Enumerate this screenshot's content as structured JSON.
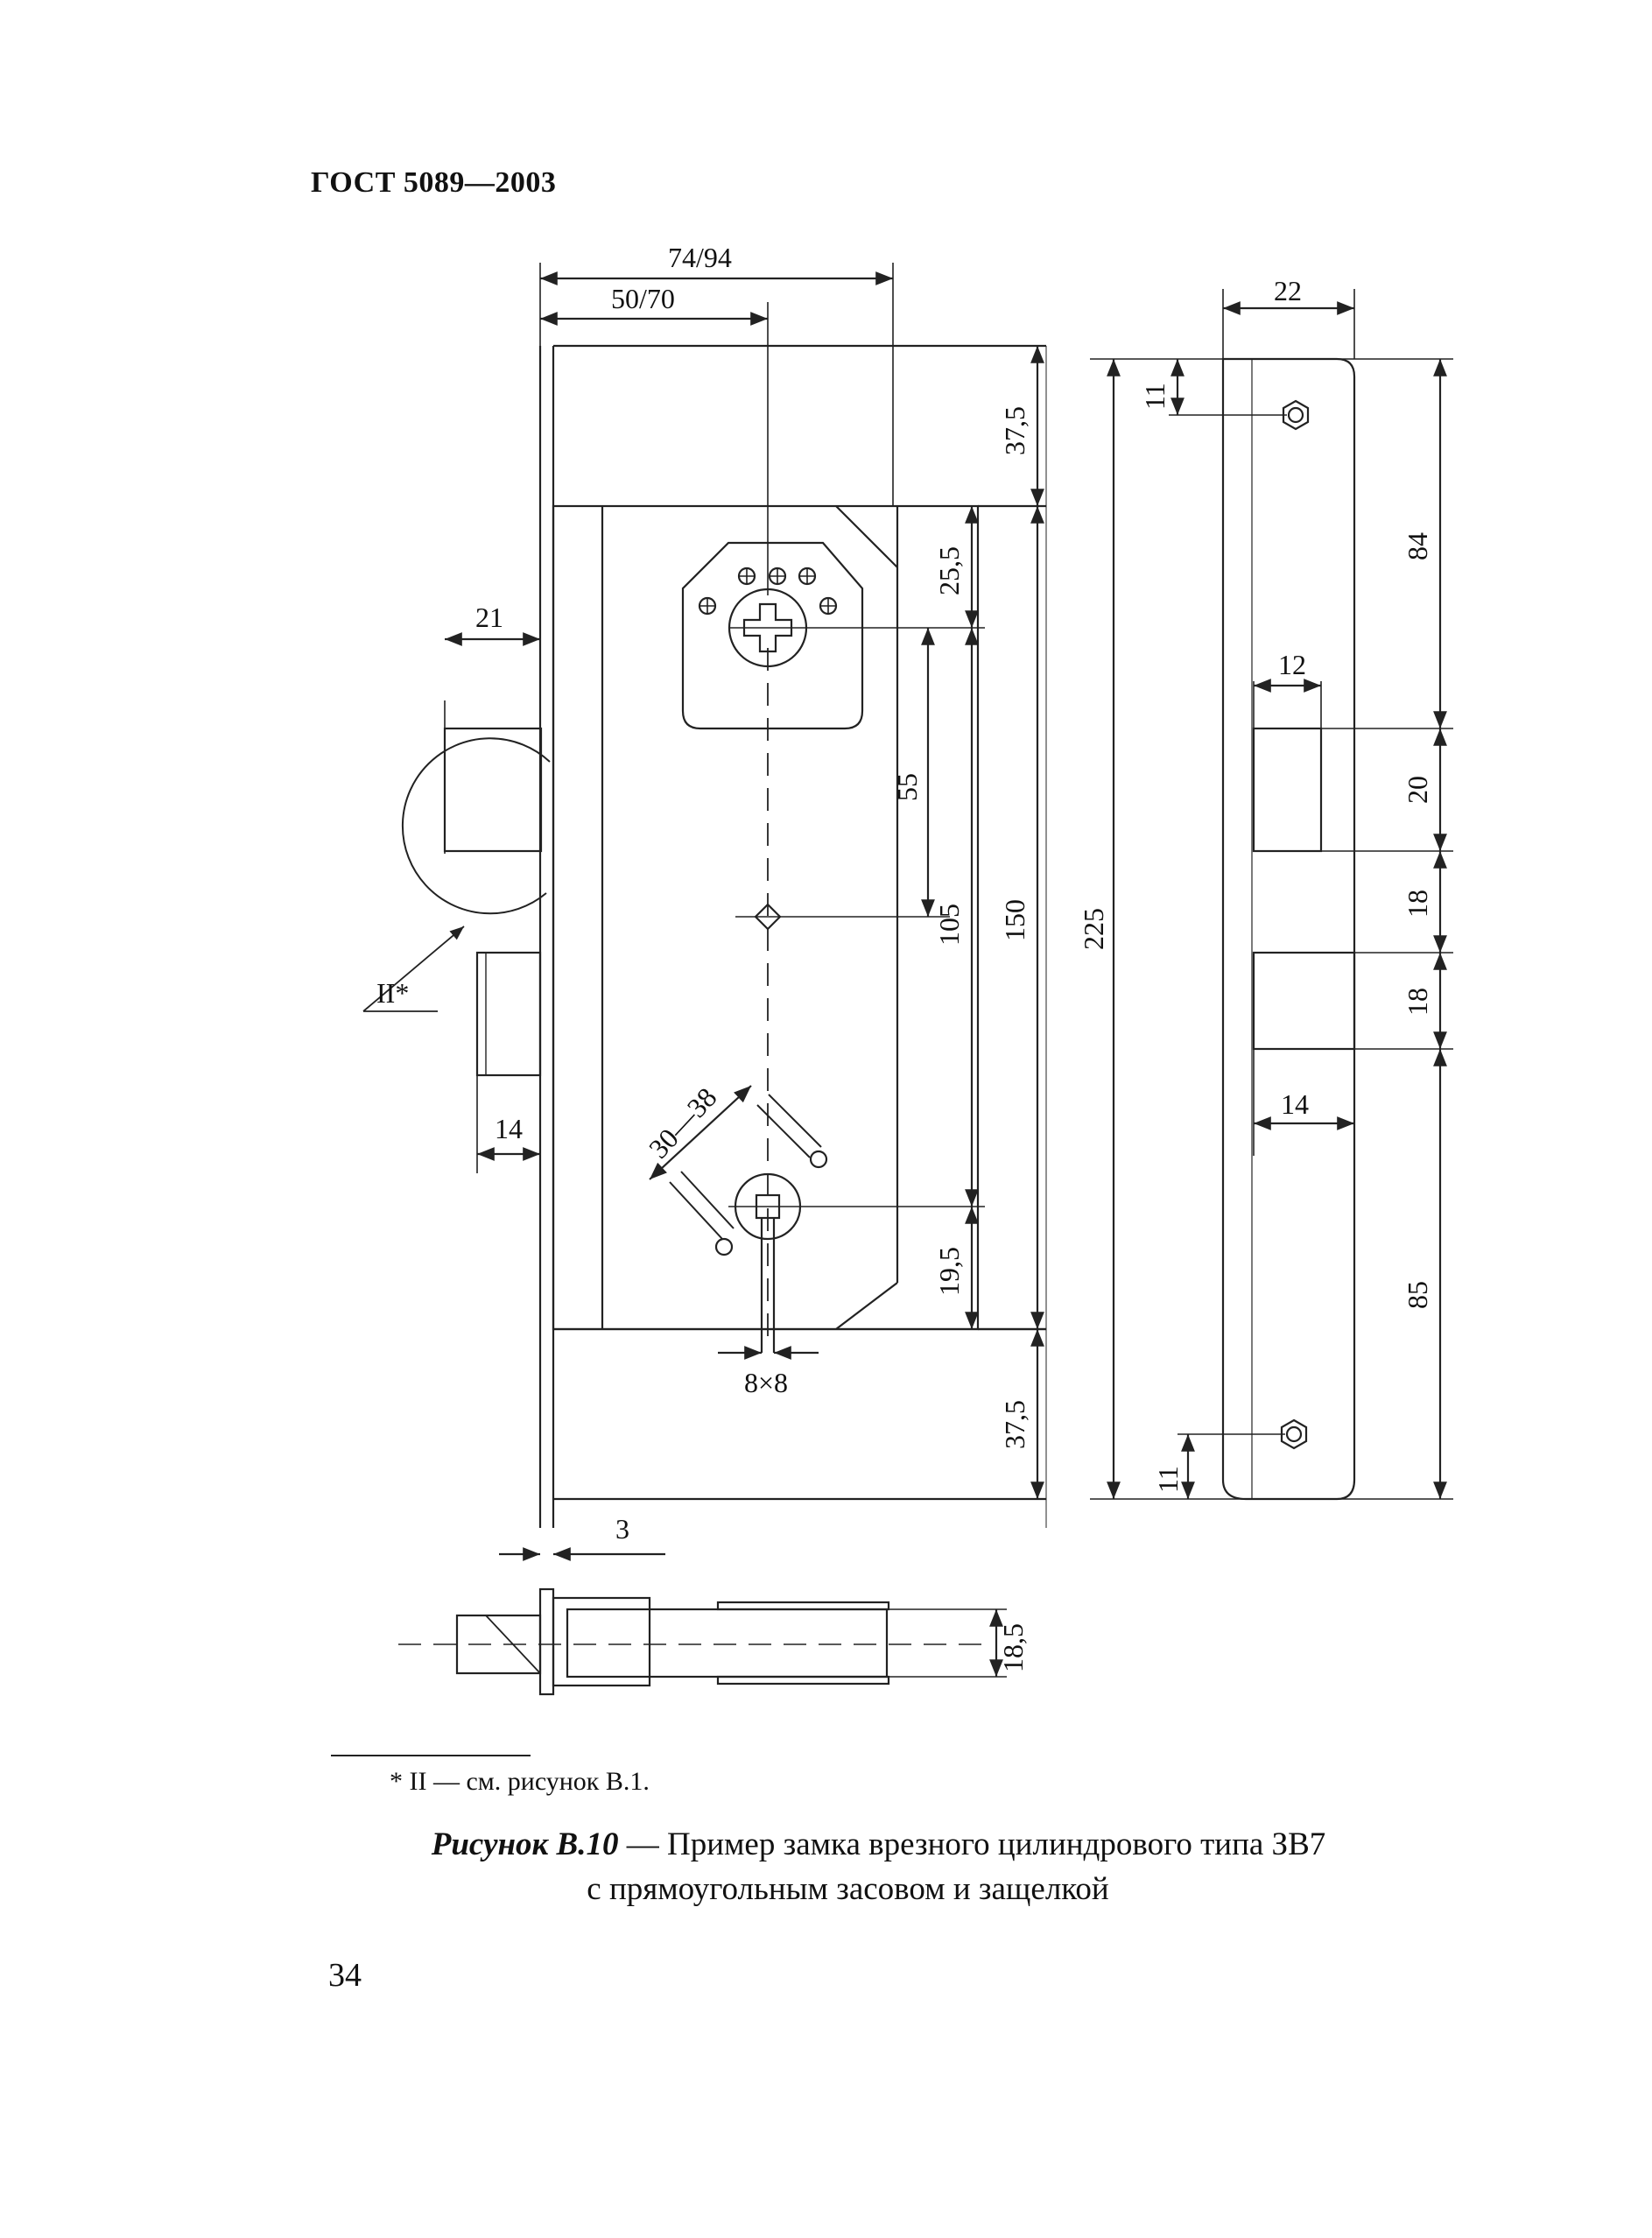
{
  "header": {
    "standard": "ГОСТ 5089—2003"
  },
  "figure": {
    "dims_main": {
      "total_width": "74/94",
      "backset": "50/70",
      "top_offset": "37,5",
      "cyl_offset": "25,5",
      "handle_dist": "55",
      "handle_to_bottom": "105",
      "body_height": "150",
      "bottom_offset": "37,5",
      "key_offset": "19,5",
      "key_range": "30—38",
      "spindle": "8×8",
      "faceplate_thk": "3",
      "bolt_throw": "21",
      "latch_throw": "14",
      "callout": "II*"
    },
    "dims_faceplate": {
      "width": "22",
      "screw_top": "11",
      "height_total": "225",
      "to_bolt": "84",
      "bolt_w": "12",
      "bolt_h": "20",
      "gap": "18",
      "latch_h": "18",
      "latch_w": "14",
      "to_bottom": "85",
      "screw_bottom": "11"
    },
    "dims_bottom": {
      "thickness": "18,5"
    }
  },
  "footnote": "* II — см. рисунок В.1.",
  "caption": {
    "label": "Рисунок В.10",
    "line1": " — Пример замка врезного цилиндрового типа ЗВ7",
    "line2": "с прямоугольным засовом и защелкой"
  },
  "page_number": "34"
}
